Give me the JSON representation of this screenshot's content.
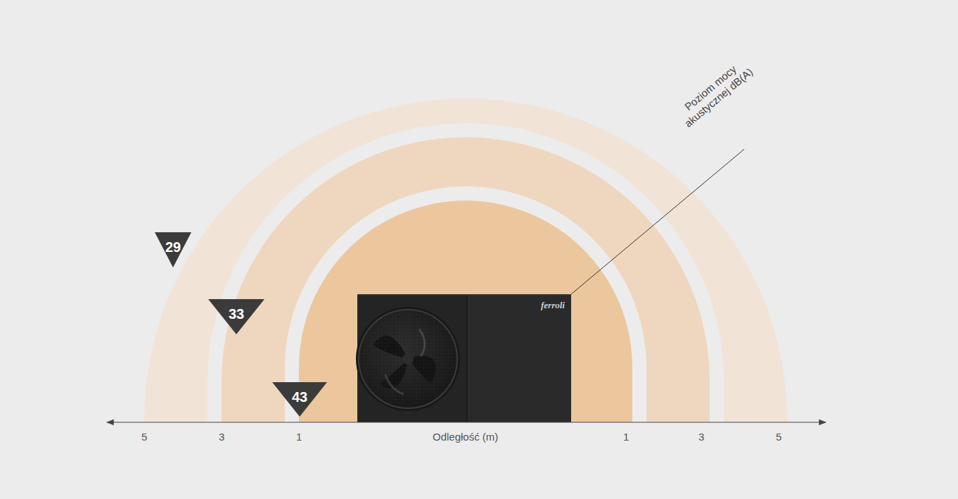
{
  "diagram": {
    "nodes": [
      {
        "text": [
          "29"
        ]
      },
      {
        "text": [
          "33"
        ]
      },
      {
        "text": [
          "43"
        ]
      }
    ],
    "labels": [
      "Poziom mocy akustycznej dB(A)",
      "ferroli",
      "5",
      "3",
      "1",
      "Odległość (m)",
      "1",
      "3",
      "5"
    ]
  }
}
